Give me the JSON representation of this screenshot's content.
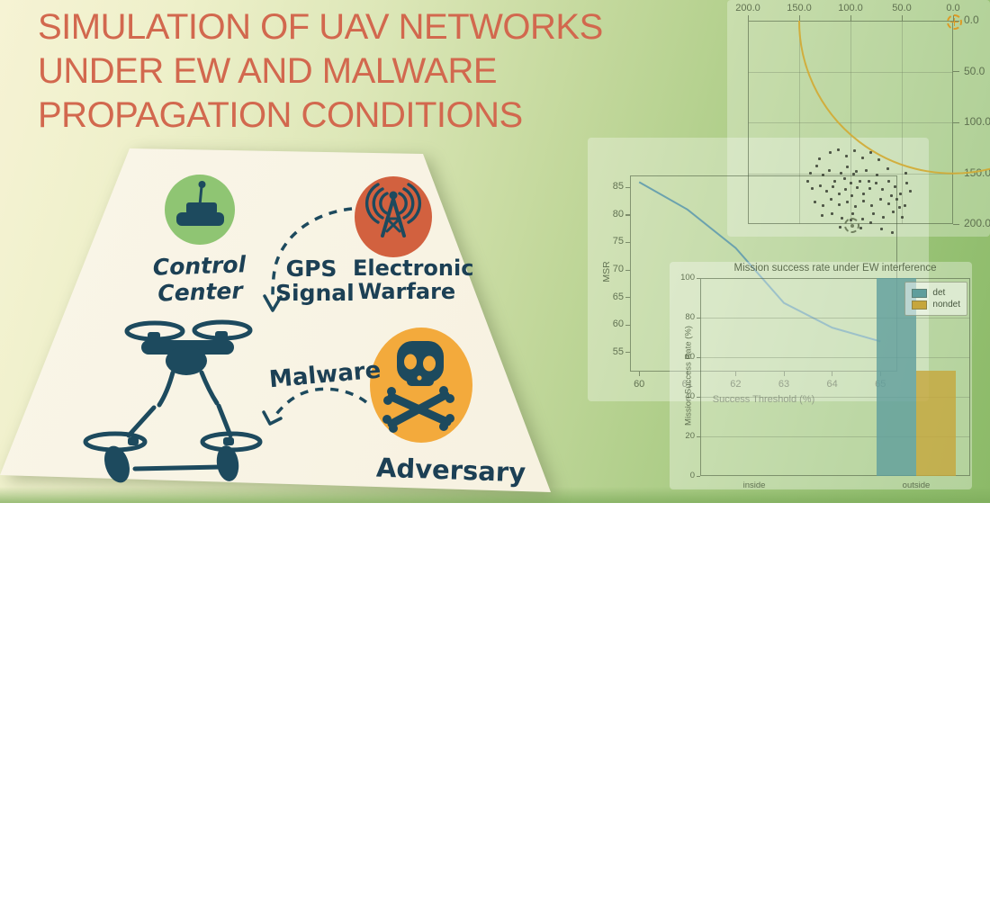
{
  "title": {
    "lines": [
      "SIMULATION OF UAV NETWORKS",
      "UNDER EW AND MALWARE",
      "PROPAGATION CONDITIONS"
    ],
    "color": "#d2684e"
  },
  "illustration": {
    "card_color": "#f8f4e4",
    "ink_color": "#1d4a5e",
    "nodes": {
      "control_center": {
        "label": "Control Center",
        "circle_color": "#8fc573",
        "icon": "ground-station"
      },
      "electronic_warfare": {
        "label_line1": "Electronic",
        "label_line2": "Warfare",
        "circle_color": "#d2613f",
        "icon": "radio-tower"
      },
      "adversary": {
        "label": "Adversary",
        "circle_color": "#f3aa3c",
        "icon": "skull-crossbones"
      }
    },
    "edges": {
      "gps": {
        "label_line1": "GPS",
        "label_line2": "Signal"
      },
      "malware": {
        "label": "Malware"
      }
    }
  },
  "chart_data": [
    {
      "type": "scatter",
      "title": "",
      "x_axis": {
        "side": "top",
        "tick_labels": [
          "200.0",
          "150.0",
          "100.0",
          "50.0",
          "0.0"
        ],
        "range": [
          200,
          0
        ],
        "reversed": true
      },
      "y_axis": {
        "side": "right",
        "tick_labels": [
          "0.0",
          "50.0",
          "100.0",
          "150.0",
          "200.0"
        ],
        "range": [
          0,
          200
        ]
      },
      "grid": true,
      "arc": {
        "center": [
          0,
          0
        ],
        "radius": 150,
        "color": "#d2ac38"
      },
      "markers": [
        {
          "shape": "dashed-circled-plus",
          "pos": [
            0,
            0
          ],
          "color": "#dd9b25"
        },
        {
          "shape": "dashed-circled-dot",
          "pos": [
            100,
            200
          ],
          "color": "#71815f"
        }
      ],
      "point_color": "#3f4638",
      "points": [
        [
          139,
          150
        ],
        [
          133,
          143
        ],
        [
          127,
          152
        ],
        [
          121,
          147
        ],
        [
          115,
          158
        ],
        [
          109,
          150
        ],
        [
          103,
          144
        ],
        [
          97,
          151
        ],
        [
          91,
          158
        ],
        [
          85,
          147
        ],
        [
          137,
          165
        ],
        [
          129,
          162
        ],
        [
          123,
          168
        ],
        [
          117,
          163
        ],
        [
          111,
          170
        ],
        [
          105,
          166
        ],
        [
          99,
          172
        ],
        [
          93,
          164
        ],
        [
          87,
          170
        ],
        [
          81,
          165
        ],
        [
          75,
          160
        ],
        [
          69,
          166
        ],
        [
          63,
          158
        ],
        [
          57,
          163
        ],
        [
          51,
          170
        ],
        [
          45,
          160
        ],
        [
          135,
          178
        ],
        [
          127,
          182
        ],
        [
          119,
          176
        ],
        [
          111,
          181
        ],
        [
          103,
          178
        ],
        [
          95,
          183
        ],
        [
          87,
          177
        ],
        [
          79,
          182
        ],
        [
          71,
          176
        ],
        [
          63,
          180
        ],
        [
          55,
          176
        ],
        [
          47,
          182
        ],
        [
          128,
          192
        ],
        [
          118,
          190
        ],
        [
          108,
          194
        ],
        [
          98,
          190
        ],
        [
          88,
          195
        ],
        [
          78,
          190
        ],
        [
          68,
          193
        ],
        [
          58,
          188
        ],
        [
          120,
          130
        ],
        [
          112,
          127
        ],
        [
          104,
          133
        ],
        [
          96,
          128
        ],
        [
          88,
          135
        ],
        [
          80,
          130
        ],
        [
          72,
          137
        ],
        [
          110,
          203
        ],
        [
          100,
          196
        ],
        [
          90,
          204
        ],
        [
          80,
          199
        ],
        [
          70,
          205
        ],
        [
          59,
          208
        ],
        [
          50,
          193
        ],
        [
          130,
          136
        ],
        [
          64,
          146
        ],
        [
          42,
          168
        ],
        [
          46,
          150
        ],
        [
          142,
          158
        ],
        [
          100,
          160
        ],
        [
          94,
          148
        ],
        [
          106,
          155
        ],
        [
          74,
          152
        ],
        [
          82,
          158
        ],
        [
          60,
          172
        ],
        [
          52,
          184
        ]
      ]
    },
    {
      "type": "line",
      "title": "",
      "series": [
        {
          "name": "MSR",
          "x": [
            60,
            61,
            62,
            63,
            64,
            65
          ],
          "y": [
            86,
            81,
            74,
            64,
            59.5,
            57
          ],
          "color": "#6ba2ae"
        }
      ],
      "xlabel": "Success Threshold (%)",
      "ylabel": "MSR",
      "xticks": [
        "60",
        "61",
        "62",
        "63",
        "64",
        "65"
      ],
      "yticks": [
        "55",
        "60",
        "65",
        "70",
        "75",
        "80",
        "85"
      ],
      "xlim": [
        59.81,
        65.35
      ],
      "ylim": [
        51.5,
        87.2
      ],
      "grid": false
    },
    {
      "type": "bar",
      "title": "Mission success rate under EW interference",
      "categories": [
        "inside",
        "outside"
      ],
      "series": [
        {
          "name": "det",
          "color": "#5f9e9c",
          "values": [
            null,
            100
          ]
        },
        {
          "name": "nondet",
          "color": "#c6a63c",
          "values": [
            null,
            53
          ]
        }
      ],
      "ylabel": "Mission Success Rate (%)",
      "yticks": [
        "0",
        "20",
        "40",
        "60",
        "80",
        "100"
      ],
      "ylim": [
        0,
        100
      ],
      "legend_position": "upper right",
      "grid": true
    }
  ]
}
